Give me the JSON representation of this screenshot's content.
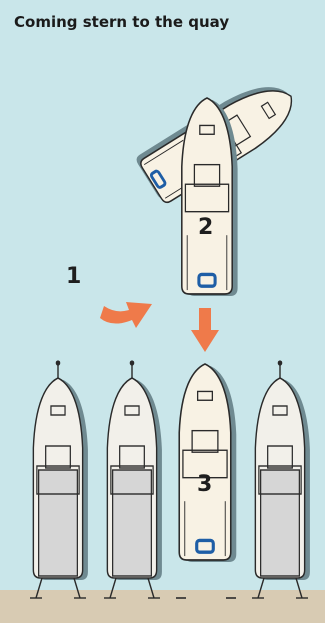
{
  "title": "Coming stern to the quay",
  "steps": [
    {
      "number": "1"
    },
    {
      "number": "2"
    },
    {
      "number": "3"
    }
  ],
  "colors": {
    "water": "#c9e6ea",
    "quay": "#d8cbb3",
    "hull_fill": "#f8f2e4",
    "hull_stroke": "#2a2a2a",
    "hull_shadow": "#6f8a91",
    "moored_hull_fill": "#d6d6d6",
    "stern_line": "#1e5ea6",
    "arrow": "#ef7a4a"
  },
  "icons": {
    "turn_arrow": "curved-arrow-icon",
    "move_arrow": "down-arrow-icon"
  }
}
